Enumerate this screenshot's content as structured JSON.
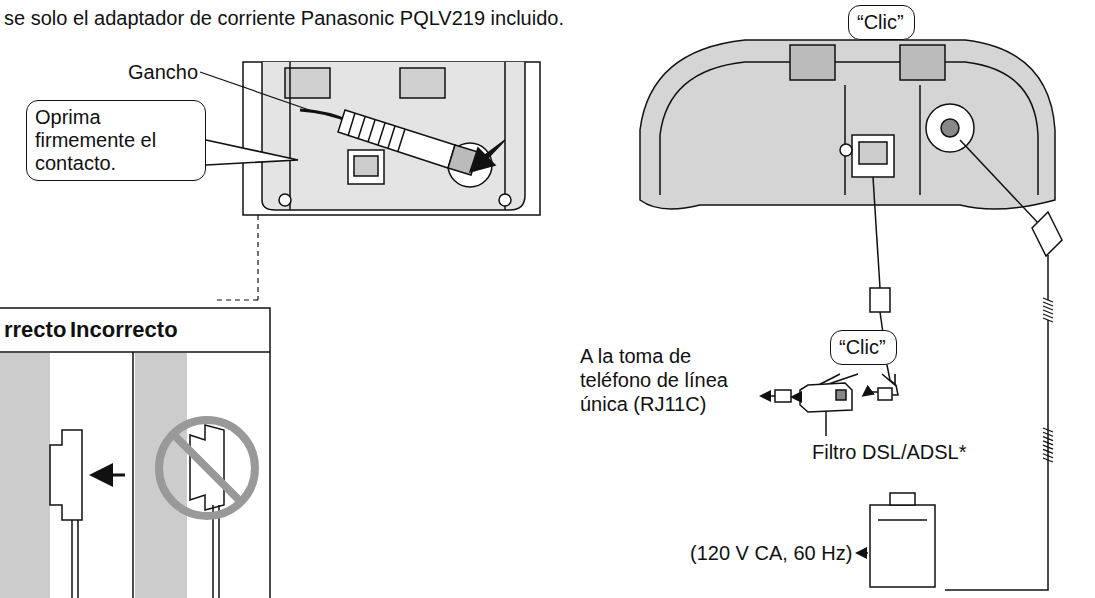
{
  "diagram": {
    "nodes": [
      {
        "text": [
          "“Clic”"
        ]
      },
      {
        "text": [
          "Oprima firmemente el contacto."
        ]
      },
      {
        "text": [
          "“Clic”"
        ]
      }
    ],
    "labels": [
      "se solo el adaptador de corriente Panasonic PQLV219 incluido.",
      "Gancho",
      "rrecto",
      "Incorrecto",
      "A la toma de teléfono de línea única (RJ11C)",
      "Filtro DSL/ADSL*",
      "(120 V CA, 60 Hz)"
    ]
  }
}
